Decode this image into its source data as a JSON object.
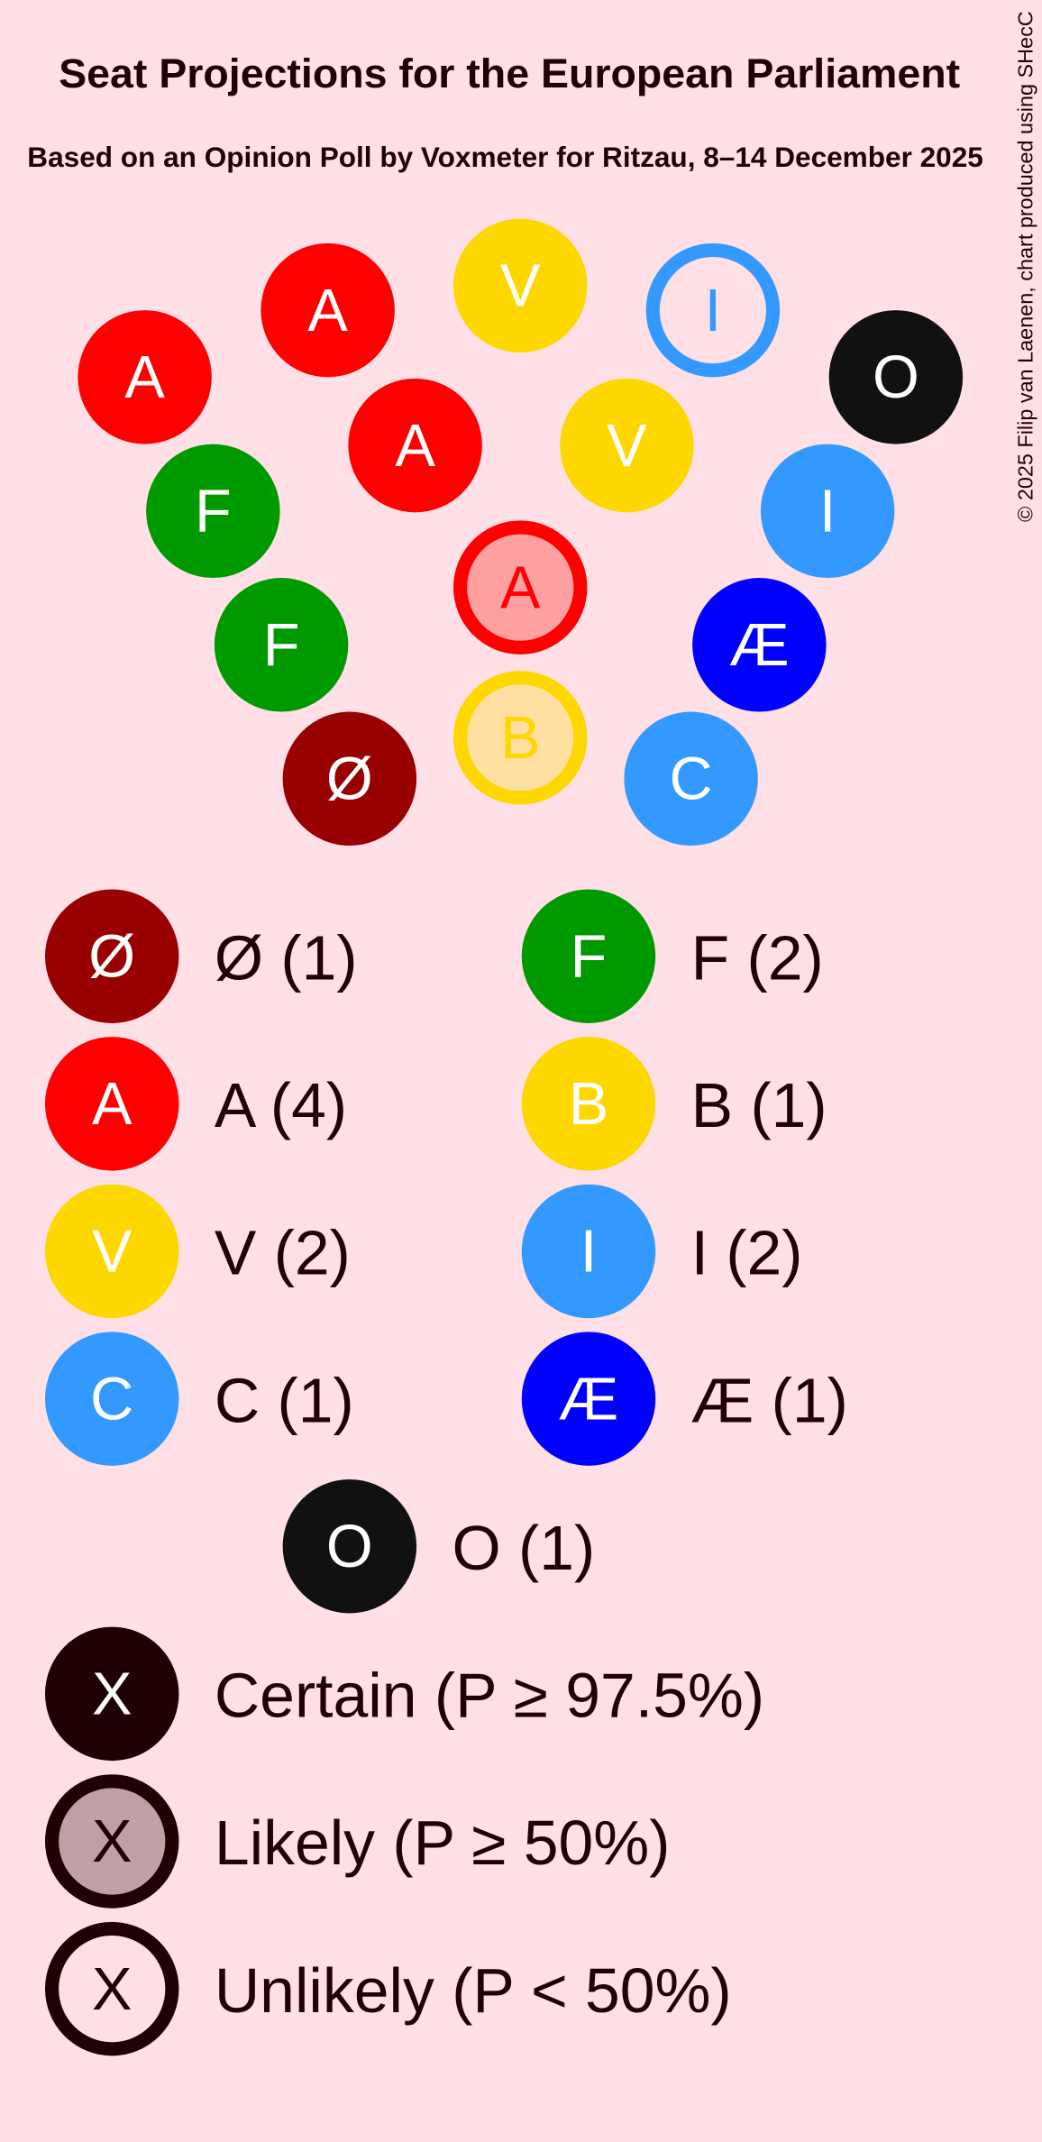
{
  "chart_data": {
    "type": "parliament",
    "title": "Seat Projections for the European Parliament",
    "subtitle": "Based on an Opinion Poll by Voxmeter for Ritzau, 8–14 December 2025",
    "copyright": "© 2025 Filip van Laenen, chart produced using SHecC",
    "background": "#FFE0E6",
    "seats": [
      {
        "party": "A",
        "status": "certain"
      },
      {
        "party": "V",
        "status": "certain"
      },
      {
        "party": "I",
        "status": "unlikely"
      },
      {
        "party": "A",
        "status": "certain"
      },
      {
        "party": "O",
        "status": "certain"
      },
      {
        "party": "A",
        "status": "certain"
      },
      {
        "party": "V",
        "status": "certain"
      },
      {
        "party": "F",
        "status": "certain"
      },
      {
        "party": "I",
        "status": "certain"
      },
      {
        "party": "A",
        "status": "likely"
      },
      {
        "party": "F",
        "status": "certain"
      },
      {
        "party": "Æ",
        "status": "certain"
      },
      {
        "party": "B",
        "status": "likely"
      },
      {
        "party": "Ø",
        "status": "certain"
      },
      {
        "party": "C",
        "status": "certain"
      }
    ],
    "parties": [
      {
        "letter": "Ø",
        "label": "Ø (1)",
        "seats": 1,
        "color": "#990000",
        "light": "#CC8080"
      },
      {
        "letter": "F",
        "label": "F (2)",
        "seats": 2,
        "color": "#009900",
        "light": "#80CC80"
      },
      {
        "letter": "A",
        "label": "A (4)",
        "seats": 4,
        "color": "#FF0000",
        "light": "#FFA0A0"
      },
      {
        "letter": "B",
        "label": "B (1)",
        "seats": 1,
        "color": "#FFD700",
        "light": "#FFE0A0"
      },
      {
        "letter": "V",
        "label": "V (2)",
        "seats": 2,
        "color": "#FFD700",
        "light": "#FFE0A0"
      },
      {
        "letter": "I",
        "label": "I (2)",
        "seats": 2,
        "color": "#3399FF",
        "light": "#C0CCEE"
      },
      {
        "letter": "C",
        "label": "C (1)",
        "seats": 1,
        "color": "#3399FF",
        "light": "#C0CCEE"
      },
      {
        "letter": "Æ",
        "label": "Æ (1)",
        "seats": 1,
        "color": "#0000FF",
        "light": "#8080FF"
      },
      {
        "letter": "O",
        "label": "O (1)",
        "seats": 1,
        "color": "#111111",
        "light": "#888888"
      }
    ],
    "legend": [
      {
        "letter": "X",
        "label": "Certain (P ≥ 97.5%)",
        "status": "certain"
      },
      {
        "letter": "X",
        "label": "Likely (P ≥ 50%)",
        "status": "likely"
      },
      {
        "letter": "X",
        "label": "Unlikely (P < 50%)",
        "status": "unlikely"
      }
    ],
    "legend_color": "#1F0005",
    "legend_light": "#BFA0A5"
  }
}
